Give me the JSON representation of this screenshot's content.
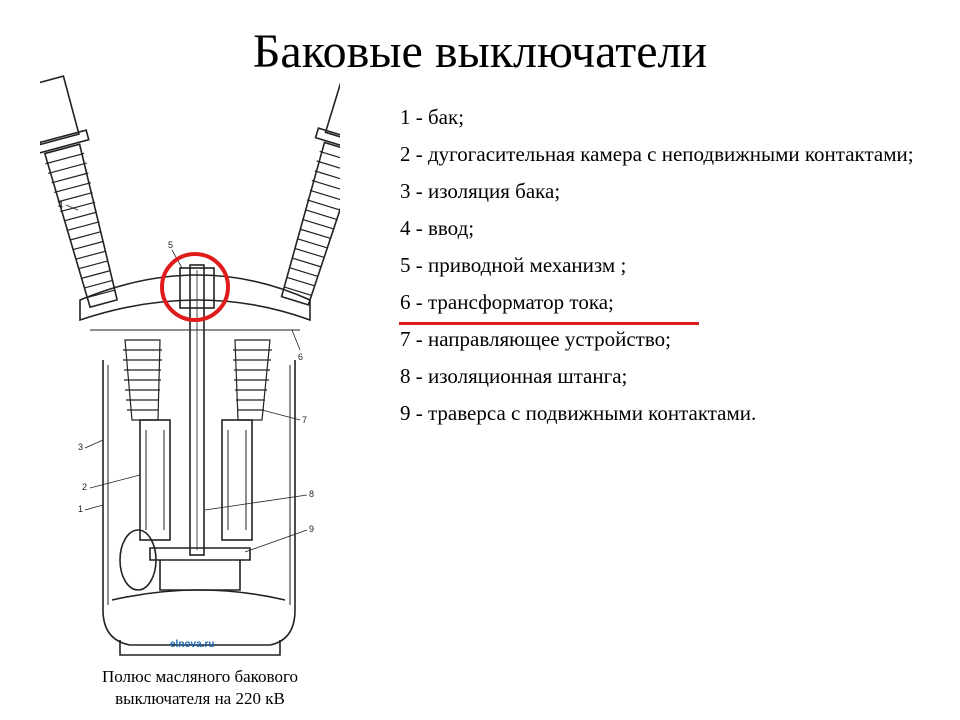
{
  "slide": {
    "title": "Баковые выключатели",
    "legend": [
      "1 - бак;",
      "2 - дугогасительная камера с неподвижными контактами;",
      "3 - изоляция бака;",
      "4 - ввод;",
      "5 - приводной механизм ;",
      "6 - трансформатор тока;",
      "7 - направляющее устройство;",
      "8 - изоляционная штанга;",
      "9 - траверса с подвижными контактами."
    ],
    "caption": "Полюс масляного бакового выключателя на 220 кВ"
  },
  "figure": {
    "callouts": [
      "1",
      "2",
      "3",
      "4",
      "5",
      "6",
      "7",
      "8",
      "9"
    ],
    "watermark": "elnova.ru",
    "highlight_color": "#e01b1b"
  }
}
